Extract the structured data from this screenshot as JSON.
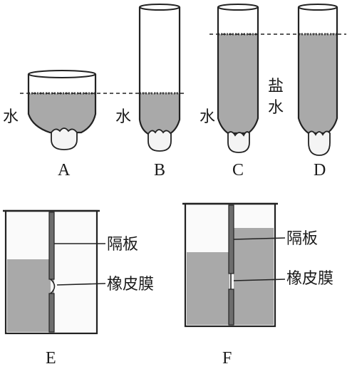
{
  "labels": {
    "water": "水",
    "salt_water_1": "盐",
    "salt_water_2": "水",
    "partition": "隔板",
    "membrane": "橡皮膜"
  },
  "panels": {
    "A": "A",
    "B": "B",
    "C": "C",
    "D": "D",
    "E": "E",
    "F": "F"
  }
}
